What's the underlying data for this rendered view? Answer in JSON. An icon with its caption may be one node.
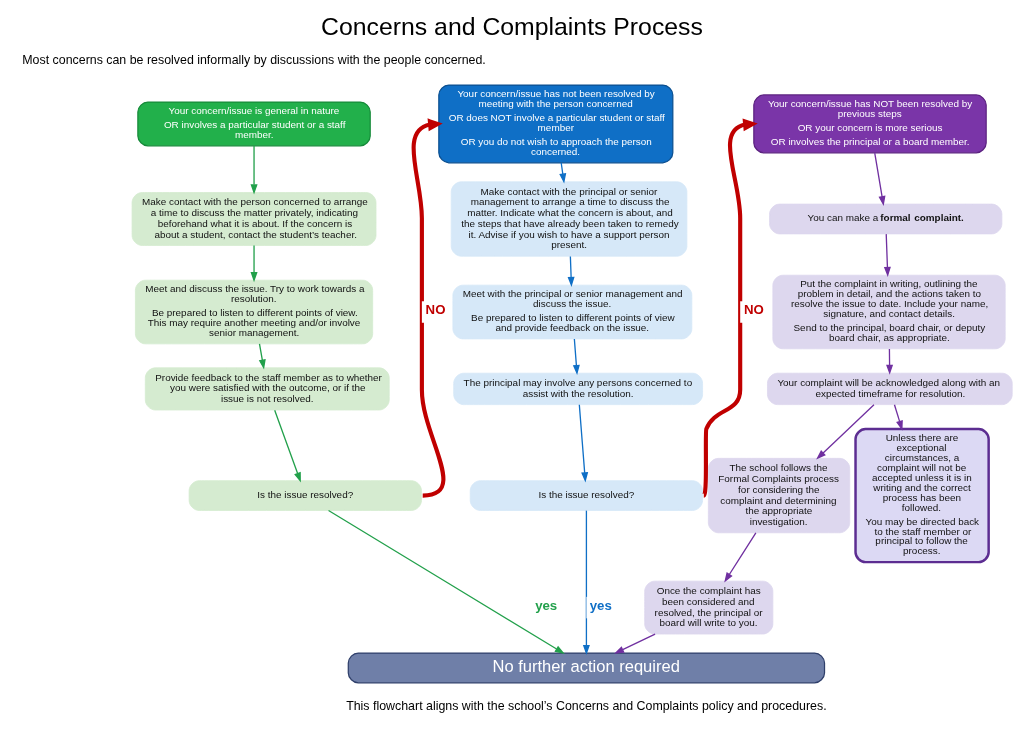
{
  "diagram": {
    "title": "Concerns and Complaints Process",
    "caption": "This flowchart aligns with the school’s Concerns and Complaints policy and procedures.",
    "nodes": [
      {
        "text": [
          "Your concern/issue is general in nature",
          "OR involves a particular student or a staff member."
        ]
      },
      {
        "text": [
          "Make contact with the person concerned to arrange a time to discuss the matter privately, indicating beforehand what it is about. If the concern is about a student, contact the student’s teacher."
        ]
      },
      {
        "text": [
          "Meet and discuss the issue. Try to work towards a resolution.",
          "Be prepared to listen to different points of view. This may require another meeting and/or involve senior management."
        ]
      },
      {
        "text": [
          "Provide feedback to the staff member as to whether you were satisfied with the outcome, or if the issue is not resolved."
        ]
      },
      {
        "text": [
          "Is the issue resolved?"
        ]
      },
      {
        "text": [
          "Your concern/issue has not been resolved by meeting with the person concerned",
          "OR does NOT involve a particular student or staff member",
          "OR you do not wish to approach the person concerned."
        ]
      },
      {
        "text": [
          "Make contact with the principal or senior management to arrange a time to discuss the matter. Indicate what the concern is about, and the steps that have already been taken to remedy it. Advise if you wish to have a support person present."
        ]
      },
      {
        "text": [
          "Meet with the principal or senior management and discuss the issue.",
          "Be prepared to listen to different points of view and provide feedback on the issue."
        ]
      },
      {
        "text": [
          "The principal may involve any persons concerned to assist with the resolution."
        ]
      },
      {
        "text": [
          "Is the issue resolved?"
        ]
      },
      {
        "text": [
          "Your concern/issue has NOT been resolved by previous steps",
          "OR your concern is more serious",
          "OR involves the principal or a board member."
        ]
      },
      {
        "text": [
          "You can make a **formal complaint.**"
        ]
      },
      {
        "text": [
          "Put the complaint in writing, outlining the problem in detail, and the actions taken to resolve the issue to date. Include your name, signature, and contact details.",
          "Send to the principal, board chair, or deputy board chair, as appropriate."
        ]
      },
      {
        "text": [
          "Your complaint will be acknowledged along with an expected timeframe for resolution."
        ]
      },
      {
        "text": [
          "The school follows the Formal Complaints process for considering the complaint and determining the appropriate investigation."
        ]
      },
      {
        "text": [
          "Once the complaint has been considered and resolved, the principal or board will write to you."
        ]
      },
      {
        "text": [
          "Unless there are exceptional circumstances, a complaint will not be accepted unless it is in writing and the correct process has been followed.",
          "You may be directed back to the staff member or principal to follow the process."
        ]
      },
      {
        "text": [
          "No further action required"
        ]
      }
    ],
    "edges": [
      {
        "from": 0,
        "to": 1,
        "arrow": "to",
        "color": "#22a04b"
      },
      {
        "from": 1,
        "to": 2,
        "arrow": "to",
        "color": "#22a04b"
      },
      {
        "from": 2,
        "to": 3,
        "arrow": "to",
        "color": "#22a04b"
      },
      {
        "from": 3,
        "to": 4,
        "arrow": "to",
        "color": "#22a04b"
      },
      {
        "from": 4,
        "to": 17,
        "arrow": "to",
        "label": "yes",
        "color": "#22a04b"
      },
      {
        "from": 4,
        "to": 5,
        "arrow": "to",
        "label": "NO",
        "style": "thick",
        "color": "#c00000"
      },
      {
        "from": 5,
        "to": 6,
        "arrow": "to",
        "color": "#0f6fc6"
      },
      {
        "from": 6,
        "to": 7,
        "arrow": "to",
        "color": "#0f6fc6"
      },
      {
        "from": 7,
        "to": 8,
        "arrow": "to",
        "color": "#0f6fc6"
      },
      {
        "from": 8,
        "to": 9,
        "arrow": "to",
        "color": "#0f6fc6"
      },
      {
        "from": 9,
        "to": 17,
        "arrow": "to",
        "label": "yes",
        "color": "#0f6fc6"
      },
      {
        "from": 9,
        "to": 10,
        "arrow": "to",
        "label": "NO",
        "style": "thick",
        "color": "#c00000"
      },
      {
        "from": 10,
        "to": 11,
        "arrow": "to"
      },
      {
        "from": 11,
        "to": 12,
        "arrow": "to"
      },
      {
        "from": 12,
        "to": 13,
        "arrow": "to"
      },
      {
        "from": 13,
        "to": 14,
        "arrow": "to"
      },
      {
        "from": 13,
        "to": 16,
        "arrow": "to"
      },
      {
        "from": 14,
        "to": 15,
        "arrow": "to"
      },
      {
        "from": 15,
        "to": 17,
        "arrow": "to"
      }
    ],
    "labels": [
      "Most concerns can be resolved informally by discussions with the people concerned."
    ]
  }
}
